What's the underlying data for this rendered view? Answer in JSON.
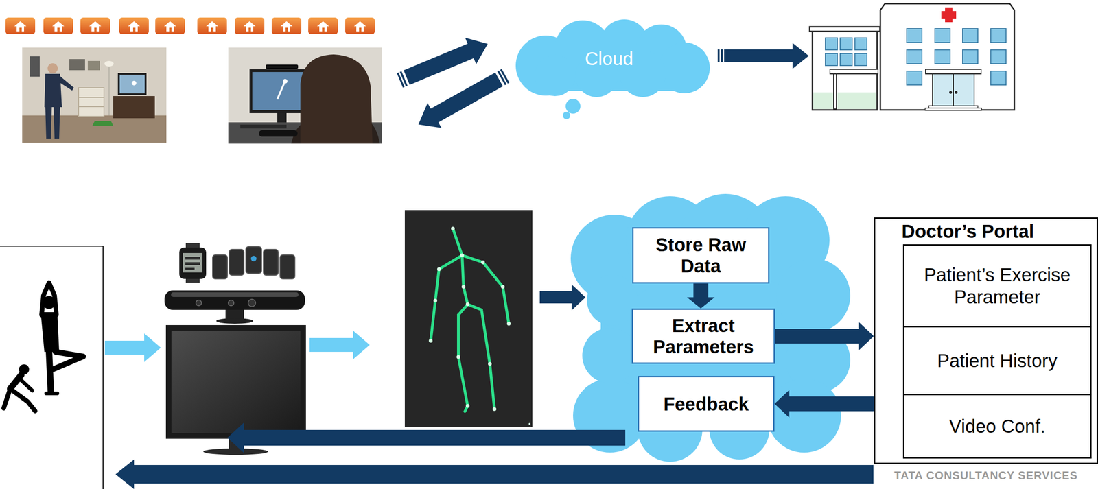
{
  "diagram": {
    "nodes": [
      {
        "text": [
          "Cloud"
        ]
      },
      {
        "text": [
          "Store Raw Data"
        ]
      },
      {
        "text": [
          "Extract Parameters"
        ]
      },
      {
        "text": [
          "Feedback"
        ]
      },
      {
        "text": [
          "Doctor’s Portal"
        ]
      },
      {
        "text": [
          "Patient’s Exercise Parameter"
        ],
        "in": 4
      },
      {
        "text": [
          "Patient History"
        ],
        "in": 4
      },
      {
        "text": [
          "Video Conf."
        ],
        "in": 4
      }
    ],
    "edges": [
      {
        "from": 1,
        "to": 2,
        "arrow": "to"
      },
      {
        "from": 2,
        "to": 4,
        "arrow": "to"
      },
      {
        "from": 4,
        "to": 3,
        "arrow": "to"
      }
    ],
    "labels": [
      "TATA CONSULTANCY SERVICES"
    ]
  }
}
